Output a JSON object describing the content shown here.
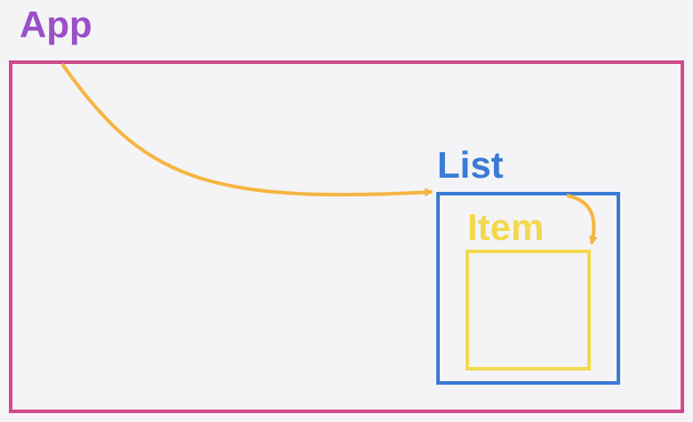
{
  "labels": {
    "app": "App",
    "list": "List",
    "item": "Item"
  },
  "colors": {
    "background": "#f4f4f6",
    "app": "#9b4fc8",
    "app_border": "#d14a8b",
    "list": "#3a7bd5",
    "item": "#f2d94e",
    "arrow": "#f6b542"
  }
}
